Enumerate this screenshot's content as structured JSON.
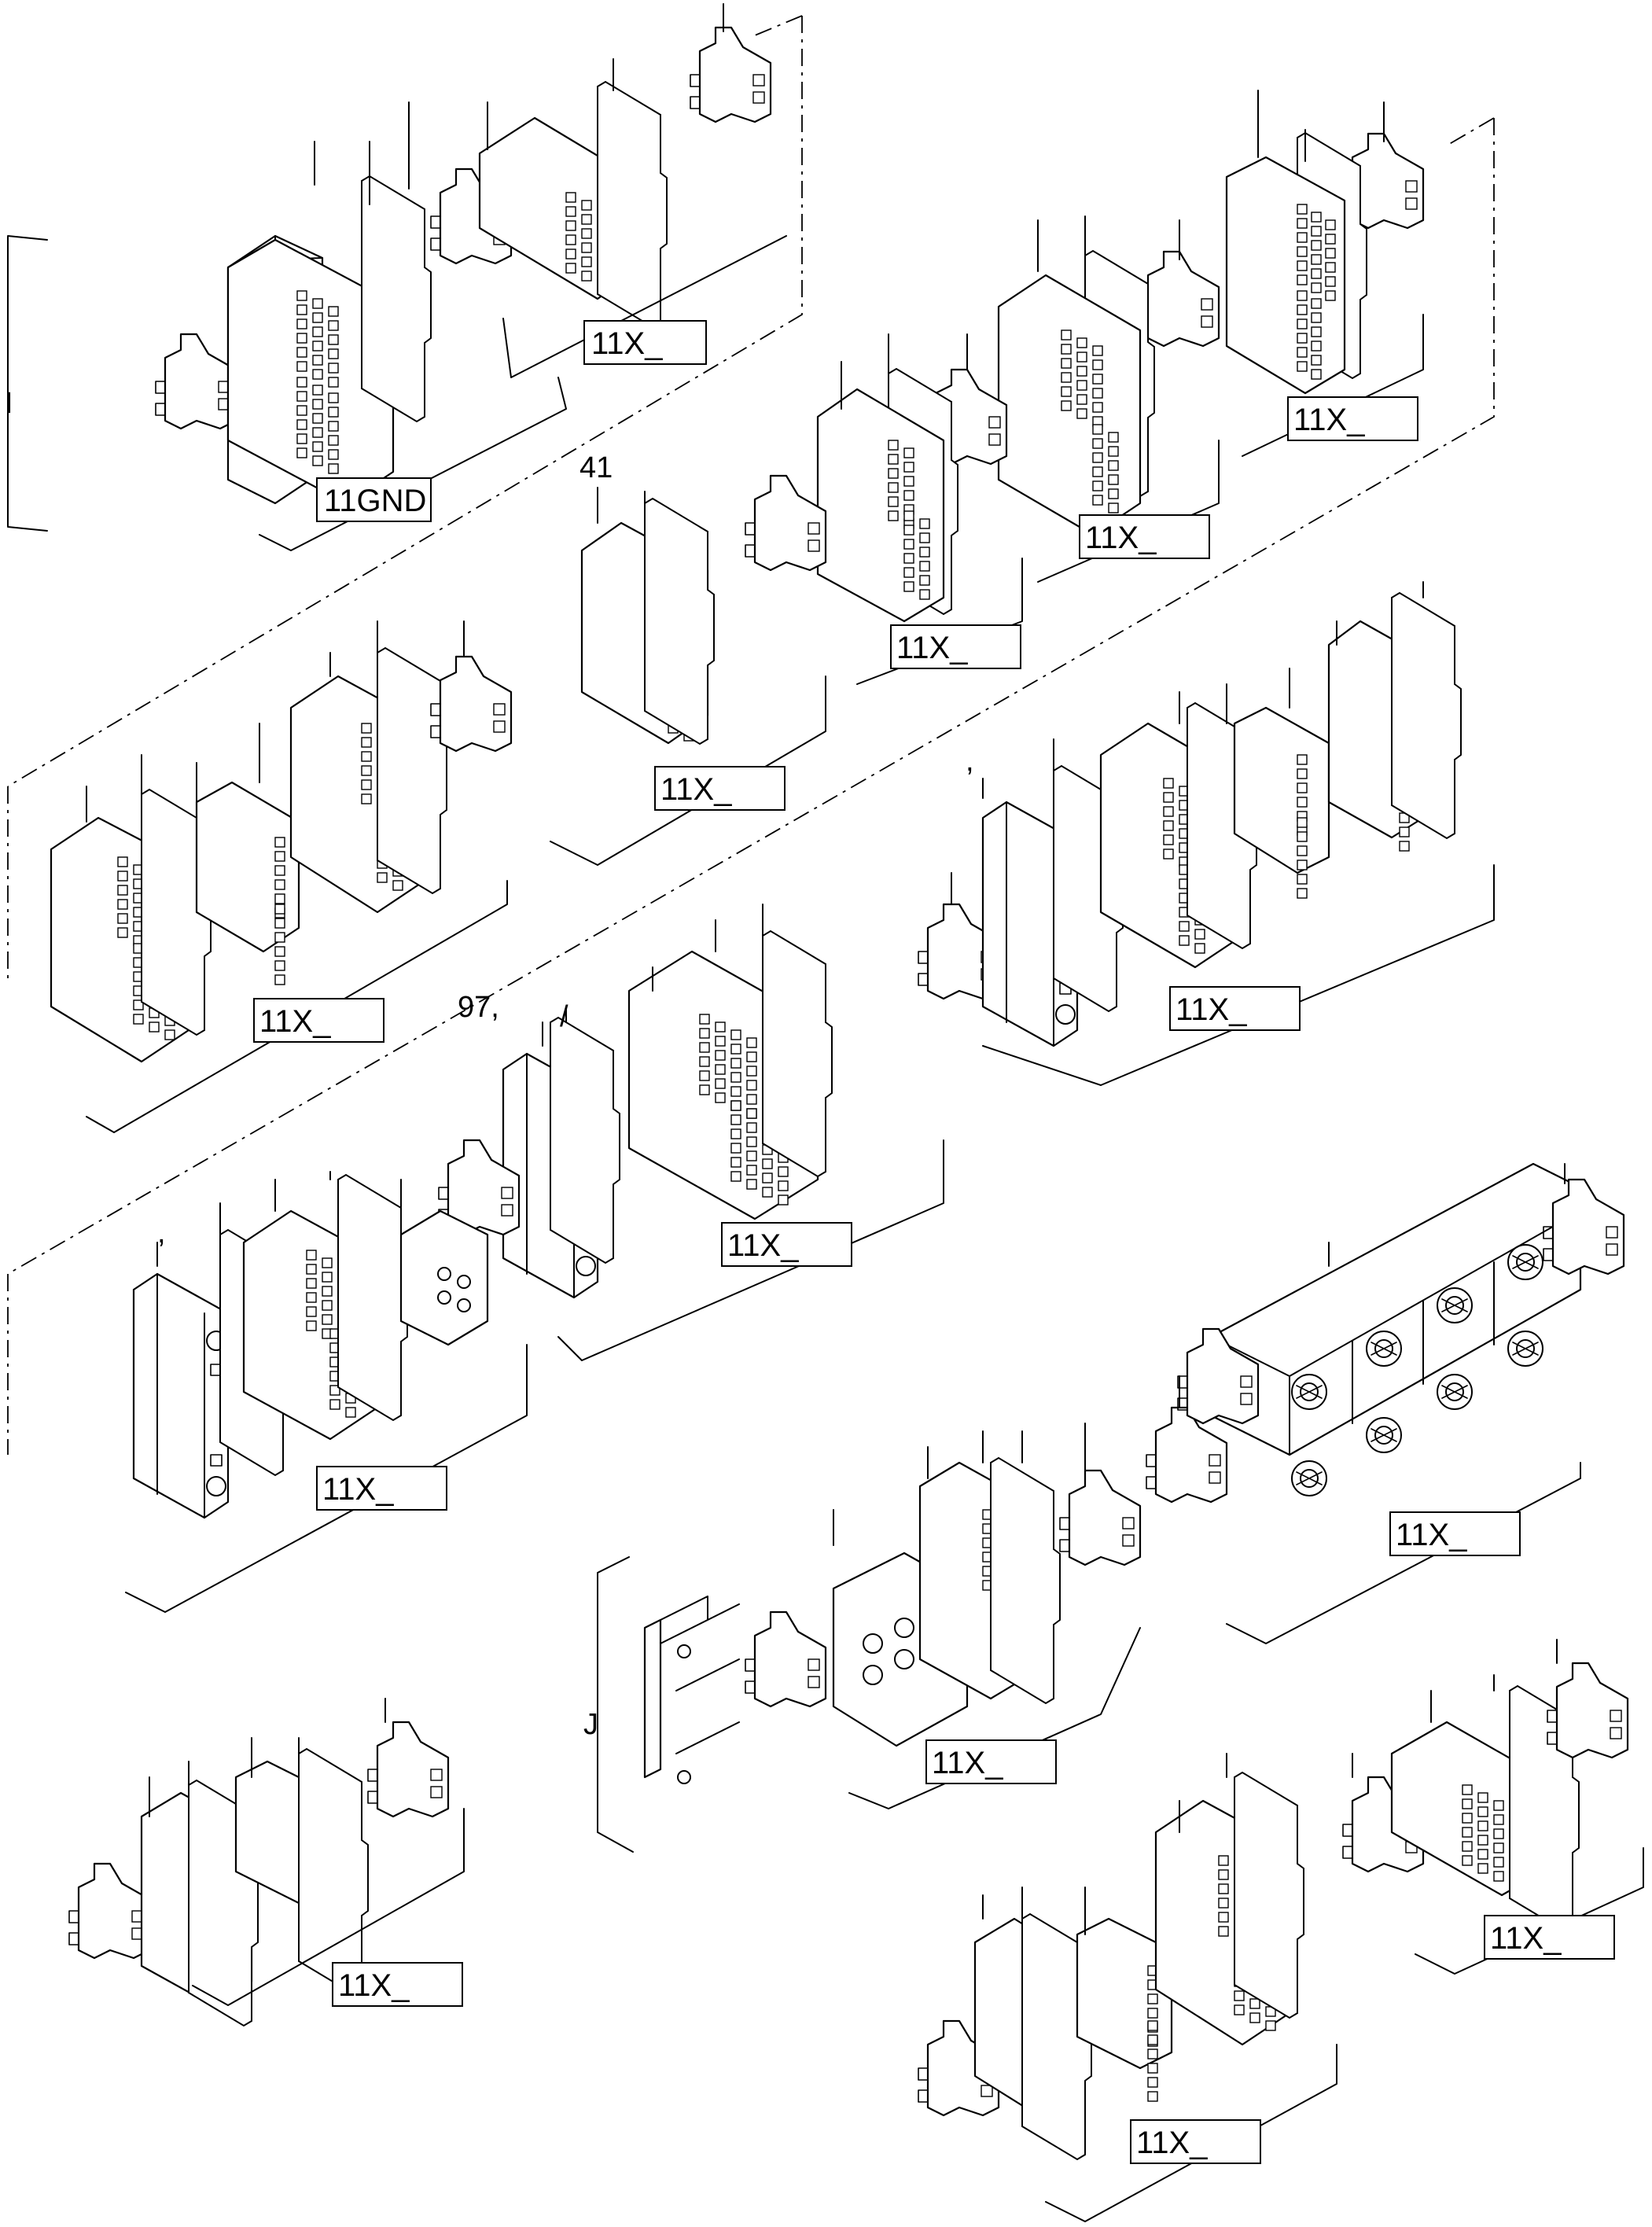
{
  "drawing": {
    "group_labels": [
      "11GND",
      "11X_",
      "11X_",
      "11X_",
      "11X_",
      "11X_",
      "11X_",
      "11X_",
      "11X_",
      "11X_",
      "11X_",
      "11X_",
      "11X_",
      "11X_",
      "11X_"
    ],
    "free_text": [
      "41",
      "97,",
      "I",
      "J",
      ",",
      ",",
      "/"
    ]
  }
}
